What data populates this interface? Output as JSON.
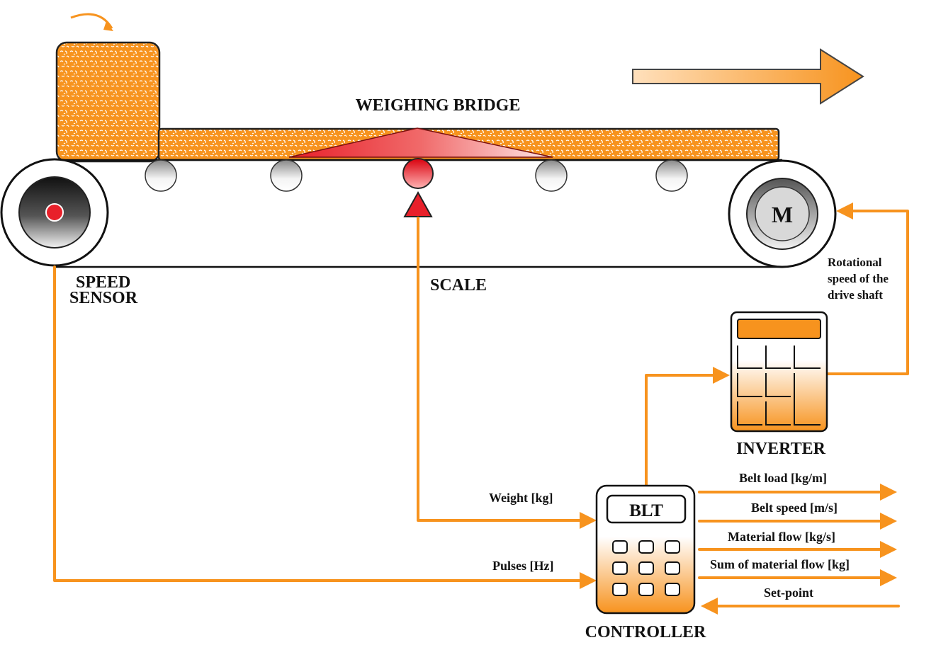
{
  "labels": {
    "weighing_bridge": "WEIGHING BRIDGE",
    "speed_sensor_line1": "SPEED",
    "speed_sensor_line2": "SENSOR",
    "scale": "SCALE",
    "motor": "M",
    "rotational_line1": "Rotational",
    "rotational_line2": "speed of the",
    "rotational_line3": "drive shaft",
    "inverter": "INVERTER",
    "controller": "CONTROLLER",
    "blt": "BLT",
    "weight": "Weight [kg]",
    "pulses": "Pulses [Hz]"
  },
  "outputs": [
    "Belt load [kg/m]",
    "Belt speed [m/s]",
    "Material flow [kg/s]",
    "Sum of material flow [kg]"
  ],
  "input_setpoint": "Set-point",
  "colors": {
    "wire": "#f7931e",
    "material": "#f7931e",
    "scale_red": "#e8202a"
  }
}
